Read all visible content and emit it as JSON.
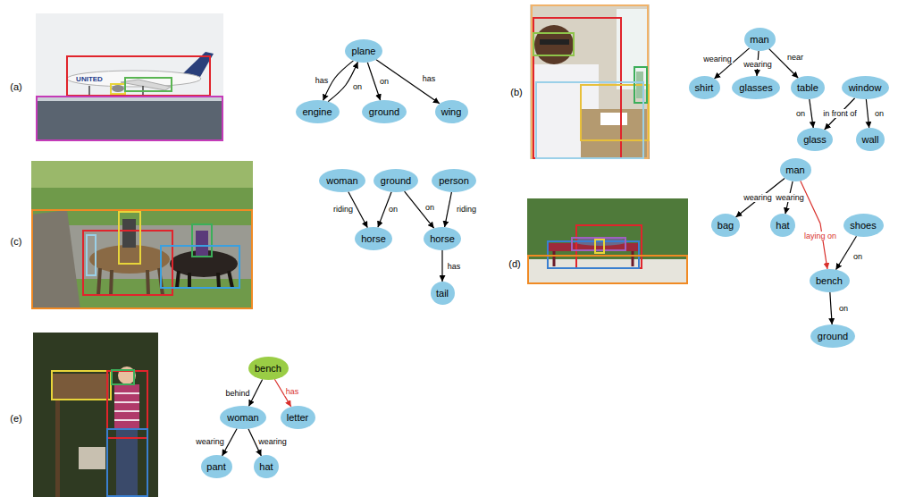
{
  "diagram": {
    "nodes": [
      {
        "text": [
          "plane"
        ]
      },
      {
        "text": [
          "engine"
        ]
      },
      {
        "text": [
          "ground"
        ]
      },
      {
        "text": [
          "wing"
        ]
      },
      {
        "text": [
          "man"
        ]
      },
      {
        "text": [
          "shirt"
        ]
      },
      {
        "text": [
          "glasses"
        ]
      },
      {
        "text": [
          "table"
        ]
      },
      {
        "text": [
          "window"
        ]
      },
      {
        "text": [
          "glass"
        ]
      },
      {
        "text": [
          "wall"
        ]
      },
      {
        "text": [
          "woman"
        ]
      },
      {
        "text": [
          "ground"
        ]
      },
      {
        "text": [
          "person"
        ]
      },
      {
        "text": [
          "horse"
        ]
      },
      {
        "text": [
          "horse"
        ]
      },
      {
        "text": [
          "tail"
        ]
      },
      {
        "text": [
          "man"
        ]
      },
      {
        "text": [
          "bag"
        ]
      },
      {
        "text": [
          "hat"
        ]
      },
      {
        "text": [
          "shoes"
        ]
      },
      {
        "text": [
          "bench"
        ]
      },
      {
        "text": [
          "ground"
        ]
      },
      {
        "text": [
          "bench"
        ]
      },
      {
        "text": [
          "woman"
        ]
      },
      {
        "text": [
          "letter"
        ]
      },
      {
        "text": [
          "pant"
        ]
      },
      {
        "text": [
          "hat"
        ]
      }
    ],
    "edges": [
      {
        "from": 0,
        "to": 1,
        "label": "has",
        "arrow": "to"
      },
      {
        "from": 1,
        "to": 0,
        "label": "on",
        "arrow": "to"
      },
      {
        "from": 0,
        "to": 2,
        "label": "on",
        "arrow": "to"
      },
      {
        "from": 0,
        "to": 3,
        "label": "has",
        "arrow": "to"
      },
      {
        "from": 4,
        "to": 5,
        "label": "wearing",
        "arrow": "to"
      },
      {
        "from": 4,
        "to": 6,
        "label": "wearing",
        "arrow": "to"
      },
      {
        "from": 4,
        "to": 7,
        "label": "near",
        "arrow": "to"
      },
      {
        "from": 7,
        "to": 9,
        "label": "on",
        "arrow": "to"
      },
      {
        "from": 8,
        "to": 9,
        "label": "in front of",
        "arrow": "to"
      },
      {
        "from": 8,
        "to": 10,
        "label": "on",
        "arrow": "to"
      },
      {
        "from": 11,
        "to": 14,
        "label": "riding",
        "arrow": "to"
      },
      {
        "from": 12,
        "to": 14,
        "label": "on",
        "arrow": "to"
      },
      {
        "from": 12,
        "to": 15,
        "label": "on",
        "arrow": "to"
      },
      {
        "from": 13,
        "to": 15,
        "label": "riding",
        "arrow": "to"
      },
      {
        "from": 15,
        "to": 16,
        "label": "has",
        "arrow": "to"
      },
      {
        "from": 17,
        "to": 18,
        "label": "wearing",
        "arrow": "to"
      },
      {
        "from": 17,
        "to": 19,
        "label": "wearing",
        "arrow": "to"
      },
      {
        "from": 17,
        "to": 21,
        "label": "laying on",
        "arrow": "to"
      },
      {
        "from": 20,
        "to": 21,
        "label": "on",
        "arrow": "to"
      },
      {
        "from": 21,
        "to": 22,
        "label": "on",
        "arrow": "to"
      },
      {
        "from": 23,
        "to": 24,
        "label": "behind",
        "arrow": "to"
      },
      {
        "from": 23,
        "to": 25,
        "label": "has",
        "arrow": "to"
      },
      {
        "from": 24,
        "to": 26,
        "label": "wearing",
        "arrow": "to"
      },
      {
        "from": 24,
        "to": 27,
        "label": "wearing",
        "arrow": "to"
      }
    ],
    "labels": [
      "(a)",
      "UNITED",
      "(b)",
      "(c)",
      "(d)",
      "(e)"
    ]
  }
}
